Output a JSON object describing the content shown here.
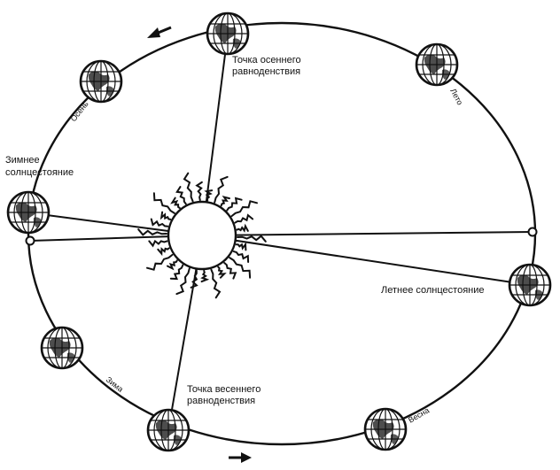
{
  "labels": {
    "autumn_equinox_line1": "Точка осеннего",
    "autumn_equinox_line2": "равноденствия",
    "winter_solstice_line1": "Зимнее",
    "winter_solstice_line2": "солнцестояние",
    "summer_solstice": "Летнее солнцестояние",
    "spring_equinox_line1": "Точка весеннего",
    "spring_equinox_line2": "равноденствия",
    "season_autumn": "Осень",
    "season_summer": "Лето",
    "season_winter": "Зима",
    "season_spring": "Весна"
  },
  "colors": {
    "ink": "#111111",
    "background": "#ffffff"
  },
  "icons": {
    "sun": "sun-icon",
    "earth": "earth-globe-icon",
    "direction_arrow": "arrow-icon"
  }
}
